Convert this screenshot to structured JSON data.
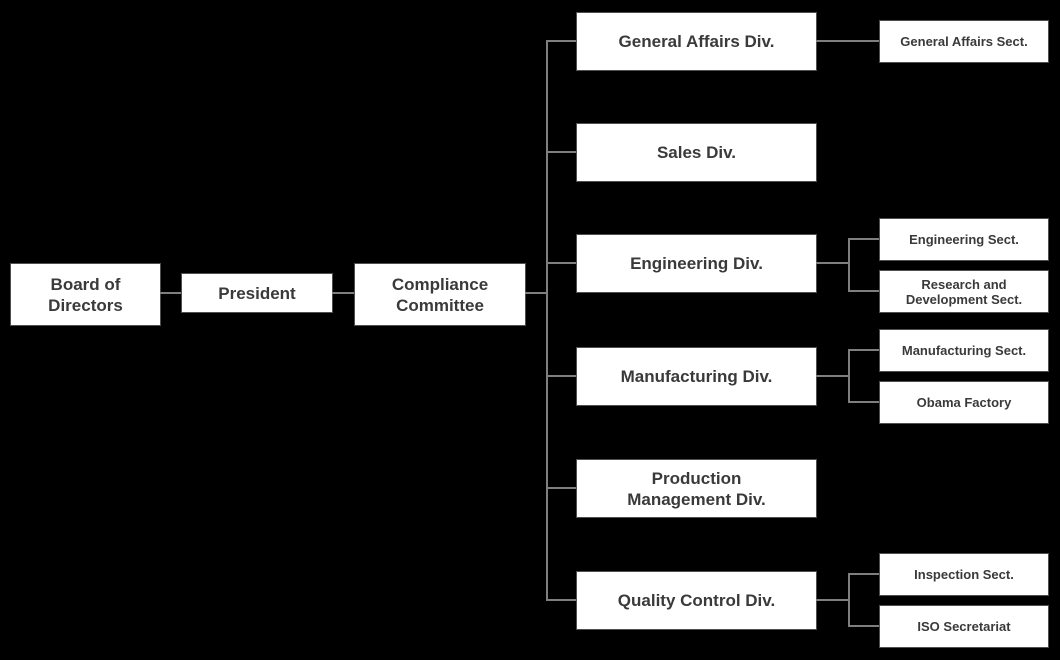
{
  "org_chart": {
    "root": {
      "label": "Board of\nDirectors"
    },
    "president": {
      "label": "President"
    },
    "committee": {
      "label": "Compliance\nCommittee"
    },
    "divisions": [
      {
        "label": "General Affairs Div.",
        "sections": [
          {
            "label": "General Affairs Sect."
          }
        ]
      },
      {
        "label": "Sales Div.",
        "sections": []
      },
      {
        "label": "Engineering Div.",
        "sections": [
          {
            "label": "Engineering Sect."
          },
          {
            "label": "Research and\nDevelopment Sect."
          }
        ]
      },
      {
        "label": "Manufacturing Div.",
        "sections": [
          {
            "label": "Manufacturing Sect."
          },
          {
            "label": "Obama Factory"
          }
        ]
      },
      {
        "label": "Production\nManagement Div.",
        "sections": []
      },
      {
        "label": "Quality Control Div.",
        "sections": [
          {
            "label": "Inspection Sect."
          },
          {
            "label": "ISO Secretariat"
          }
        ]
      }
    ],
    "colors": {
      "background": "#000000",
      "node_fill": "#ffffff",
      "node_border": "#4f4f4f",
      "node_text": "#3a3a3a",
      "connector": "#7f7f7f"
    }
  }
}
